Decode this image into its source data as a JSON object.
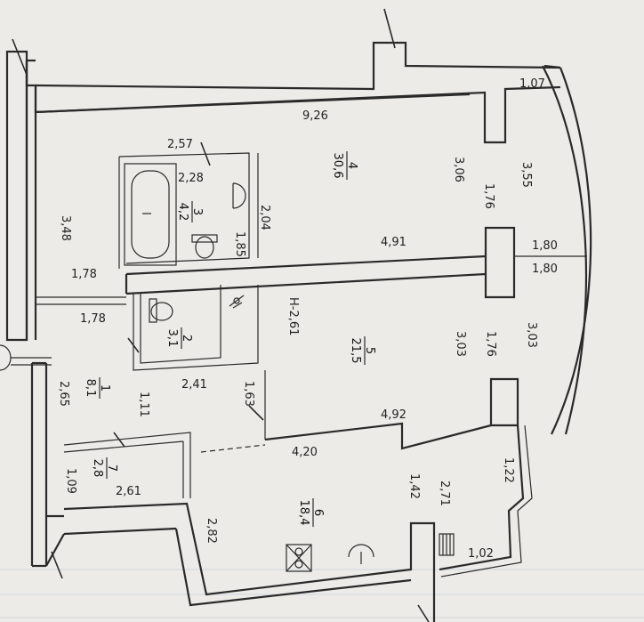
{
  "dimensions": {
    "top_outer_right": "1,07",
    "room4_top": "9,26",
    "corridor_top": "2,57",
    "bath_width": "2,28",
    "left_wall": "3,48",
    "bath_height": "2,04",
    "bath_inner": "1,85",
    "room4_depth": "3,06",
    "room4_depth2": "3,55",
    "pillar_upper": "1,76",
    "room4_width": "4,91",
    "pillar_width_a": "1,80",
    "pillar_width_b": "1,80",
    "hall_left_a": "1,78",
    "hall_left_b": "1,78",
    "height_note": "H-2,61",
    "room5_depth": "3,03",
    "room5_depth2": "3,03",
    "pillar_lower": "1,76",
    "wc_width": "2,41",
    "hall_depth": "2,65",
    "hall_inner": "1,11",
    "door_gap": "1,63",
    "room5_width": "4,92",
    "kitchen_top": "4,20",
    "storage_height": "1,09",
    "storage_width": "2,61",
    "kitchen_side": "2,82",
    "balcony_a": "1,22",
    "kitchen_depth": "1,42",
    "kitchen_depth2": "2,71",
    "balcony_b": "1,02"
  },
  "rooms": [
    {
      "num": "1",
      "area": "8,1"
    },
    {
      "num": "2",
      "area": "3,1"
    },
    {
      "num": "3",
      "area": "4,2"
    },
    {
      "num": "4",
      "area": "30,6"
    },
    {
      "num": "5",
      "area": "21,5"
    },
    {
      "num": "6",
      "area": "18,4"
    },
    {
      "num": "7",
      "area": "2,8"
    }
  ]
}
